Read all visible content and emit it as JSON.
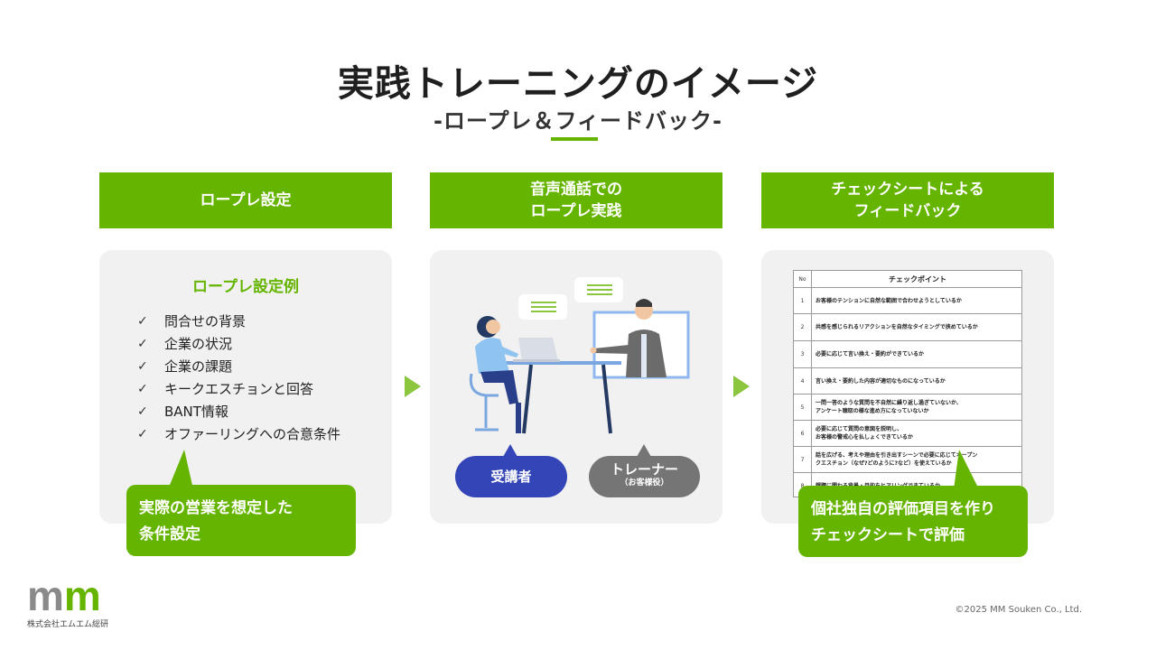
{
  "title": "実践トレーニングのイメージ",
  "subtitle": "-ロープレ＆フィードバック-",
  "columns": [
    {
      "header": "ロープレ設定"
    },
    {
      "header": "音声通話での\nロープレ実践"
    },
    {
      "header": "チェックシートによる\nフィードバック"
    }
  ],
  "panel1": {
    "title": "ロープレ設定例",
    "check_symbol": "✓",
    "items": [
      "問合せの背景",
      "企業の状況",
      "企業の課題",
      "キークエスチョンと回答",
      "BANT情報",
      "オファーリングへの合意条件"
    ],
    "callout": "実際の営業を想定した\n条件設定"
  },
  "panel2": {
    "learner_label": "受講者",
    "trainer_label": "トレーナー",
    "trainer_sub": "（お客様役）"
  },
  "panel3": {
    "sheet_header_no": "No",
    "sheet_header": "チェックポイント",
    "rows": [
      {
        "no": "1",
        "text": "お客様のテンションに自然な範囲で合わせようとしているか"
      },
      {
        "no": "2",
        "text": "共感を感じられるリアクションを自然なタイミングで挟めているか"
      },
      {
        "no": "3",
        "text": "必要に応じて言い換え・要約ができているか"
      },
      {
        "no": "4",
        "text": "言い換え・要約した内容が適切なものになっているか"
      },
      {
        "no": "5",
        "text": "一問一答のような質問を不自然に繰り返し過ぎていないか、\nアンケート聴取の様な進め方になっていないか"
      },
      {
        "no": "6",
        "text": "必要に応じて質問の意図を説明し、\nお客様の警戒心を払しょくできているか"
      },
      {
        "no": "7",
        "text": "話を広げる、考えや理由を引き出すシーンで必要に応じてオープン\nクエスチョン（なぜ?どのように?など）を使えているか"
      },
      {
        "no": "8",
        "text": "課題に関わる背景・目的をヒアリングできているか"
      }
    ],
    "callout": "個社独自の評価項目を作り\nチェックシートで評価"
  },
  "footer": {
    "logo_text": "mm",
    "company": "株式会社エムエム総研",
    "copyright": "©2025 MM Souken Co., Ltd."
  },
  "colors": {
    "accent": "#65b500",
    "arrow": "#8cc63f",
    "panel": "#f1f1f1",
    "learner": "#3345b7",
    "trainer": "#757575"
  }
}
